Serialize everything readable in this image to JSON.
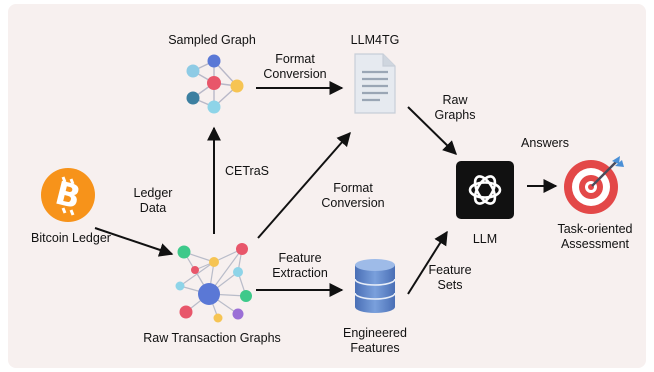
{
  "colors": {
    "background": "#f7f0ef",
    "bitcoin": "#f7931a",
    "llm_box": "#111111",
    "target_red": "#e34848",
    "database": "#5c84c6",
    "node_blue": "#5a78d6"
  },
  "icons": {
    "bitcoin": "bitcoin-icon",
    "sampled_graph": "graph-network-icon",
    "document": "document-icon",
    "llm": "openai-logo-icon",
    "raw_graph": "transaction-graph-icon",
    "database": "database-icon",
    "target": "target-icon"
  },
  "nodes": {
    "bitcoin_ledger": "Bitcoin Ledger",
    "sampled_graph": "Sampled Graph",
    "llm4tg": "LLM4TG",
    "llm": "LLM",
    "raw_transaction_graphs": "Raw Transaction Graphs",
    "engineered_features": "Engineered Features",
    "task_oriented_assessment": "Task-oriented Assessment"
  },
  "edges": {
    "ledger_data": "Ledger Data",
    "cetras": "CETraS",
    "format_conversion_top": "Format Conversion",
    "format_conversion_mid": "Format Conversion",
    "raw_graphs": "Raw Graphs",
    "feature_extraction": "Feature Extraction",
    "feature_sets": "Feature Sets",
    "answers": "Answers"
  }
}
